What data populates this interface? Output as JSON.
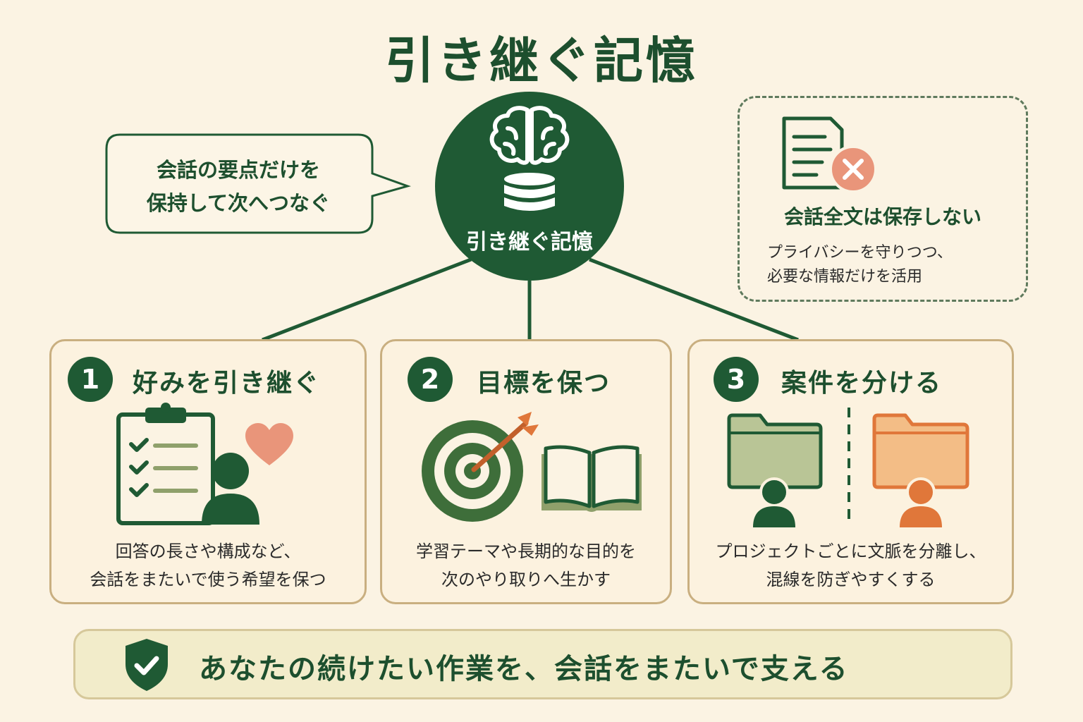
{
  "title": "引き継ぐ記憶",
  "hub": {
    "label": "引き継ぐ記憶",
    "icons": [
      "brain-icon",
      "database-icon"
    ]
  },
  "bubble": {
    "lines": [
      "会話の要点だけを",
      "保持して次へつなぐ"
    ]
  },
  "note": {
    "icon": "document-x-icon",
    "title": "会話全文は保存しない",
    "lines": [
      "プライバシーを守りつつ、",
      "必要な情報だけを活用"
    ]
  },
  "cards": [
    {
      "number": "1",
      "title": "好みを引き継ぐ",
      "icons": [
        "clipboard-checklist-icon",
        "heart-icon",
        "person-icon"
      ],
      "desc": [
        "回答の長さや構成など、",
        "会話をまたいで使う希望を保つ"
      ]
    },
    {
      "number": "2",
      "title": "目標を保つ",
      "icons": [
        "target-arrow-icon",
        "open-book-icon"
      ],
      "desc": [
        "学習テーマや長期的な目的を",
        "次のやり取りへ生かす"
      ]
    },
    {
      "number": "3",
      "title": "案件を分ける",
      "icons": [
        "green-folder-icon",
        "orange-folder-icon",
        "person-icon"
      ],
      "desc": [
        "プロジェクトごとに文脈を分離し、",
        "混線を防ぎやすくする"
      ]
    }
  ],
  "footer": {
    "icon": "shield-check-icon",
    "text": "あなたの続けたい作業を、会話をまたいで支える"
  },
  "colors": {
    "background": "#fbf3e3",
    "primary_green": "#1f5a34",
    "light_green": "#b9c596",
    "orange": "#e0773a",
    "peach": "#f3bd86",
    "salmon": "#e9957a",
    "card_border": "#c9af80"
  }
}
